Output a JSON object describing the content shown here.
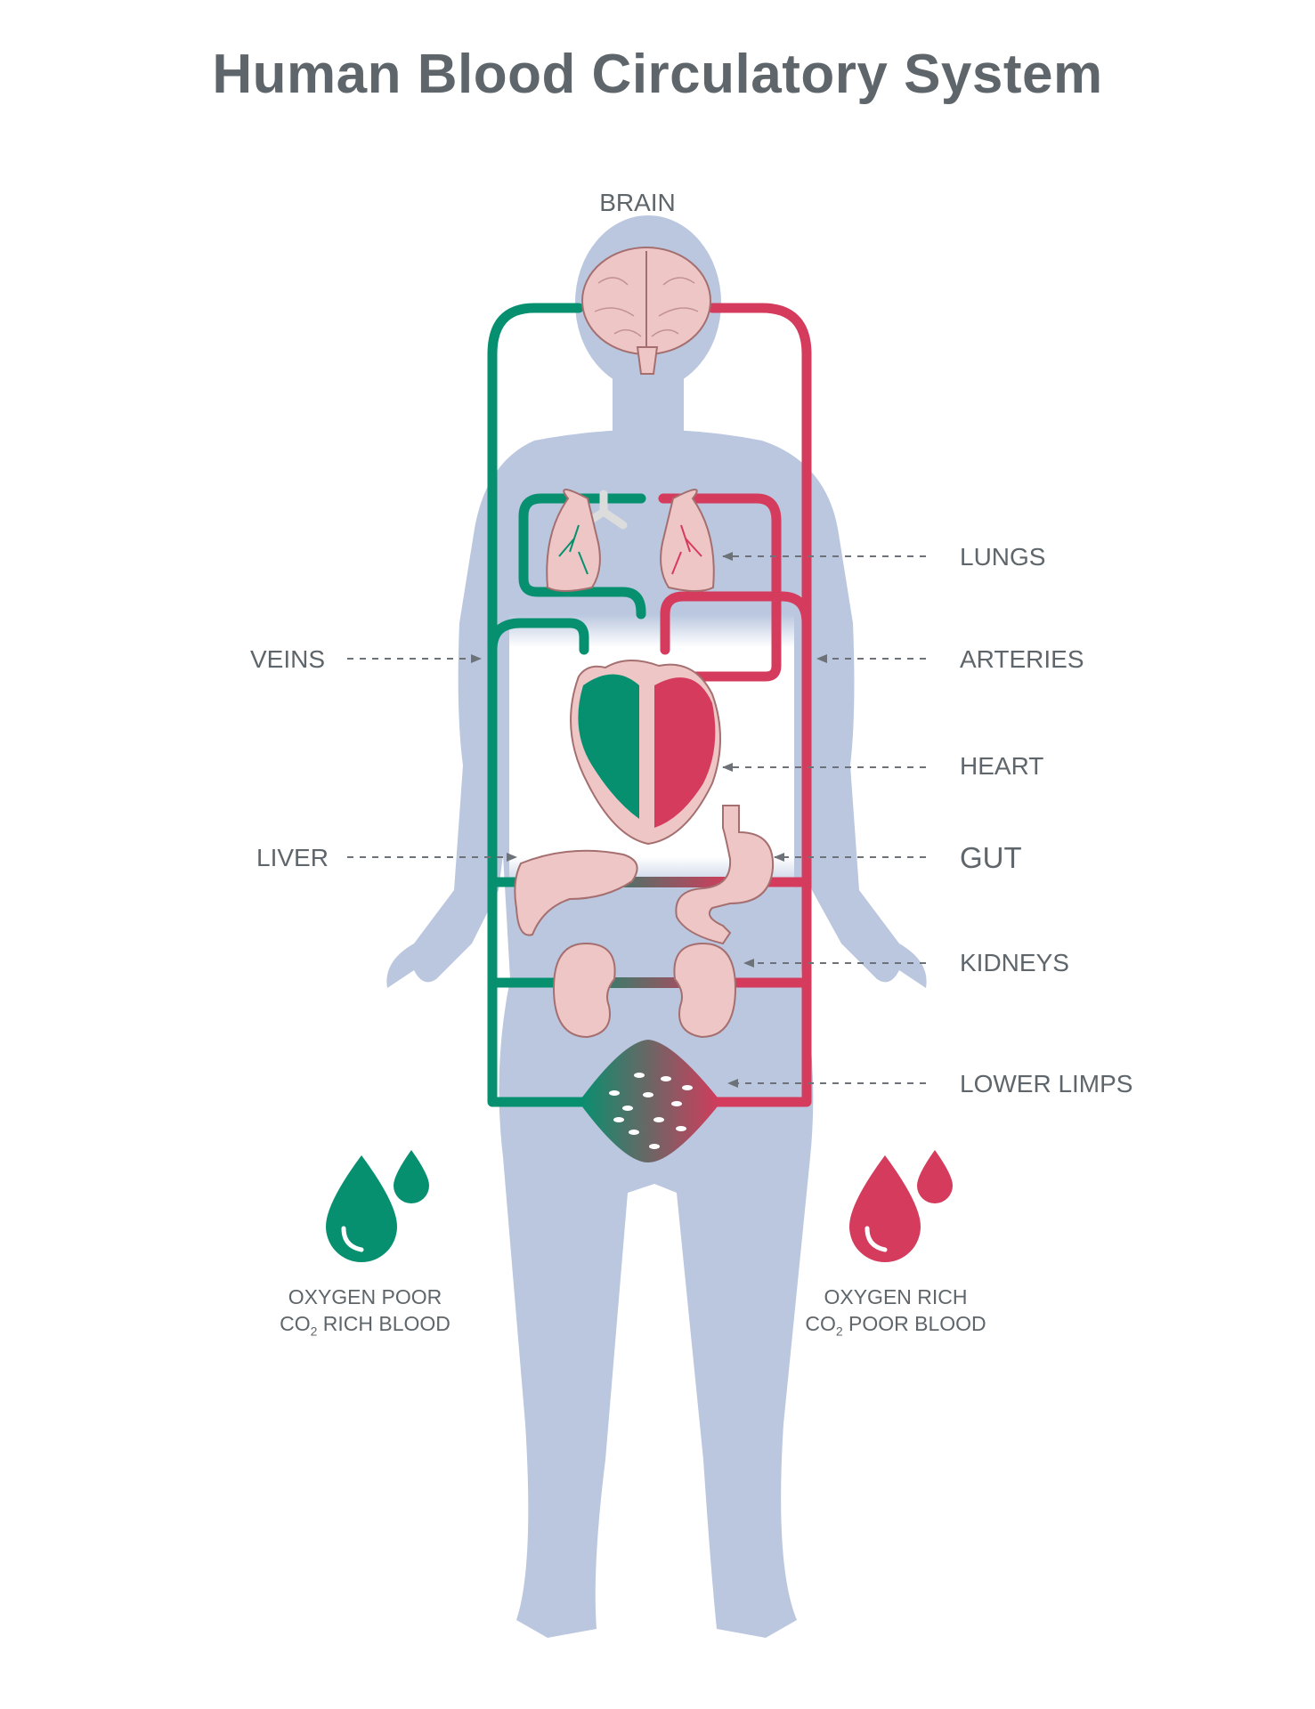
{
  "title": "Human Blood Circulatory System",
  "colors": {
    "text": "#5f666b",
    "vein": "#06906f",
    "artery": "#d43b5c",
    "body": "#bac7df",
    "organ": "#efc6c6",
    "organ_outline": "#a56f6f",
    "arrow": "#6c7277"
  },
  "labels": {
    "brain": "BRAIN",
    "lungs": "LUNGS",
    "veins": "VEINS",
    "arteries": "ARTERIES",
    "heart": "HEART",
    "liver": "LIVER",
    "gut": "GUT",
    "kidneys": "KIDNEYS",
    "lower_limps": "LOWER LIMPS"
  },
  "legend": {
    "poor": {
      "line1": "OXYGEN POOR",
      "co2": "CO",
      "sub": "2",
      "rest": " RICH BLOOD"
    },
    "rich": {
      "line1": "OXYGEN RICH",
      "co2": "CO",
      "sub": "2",
      "rest": " POOR BLOOD"
    }
  }
}
